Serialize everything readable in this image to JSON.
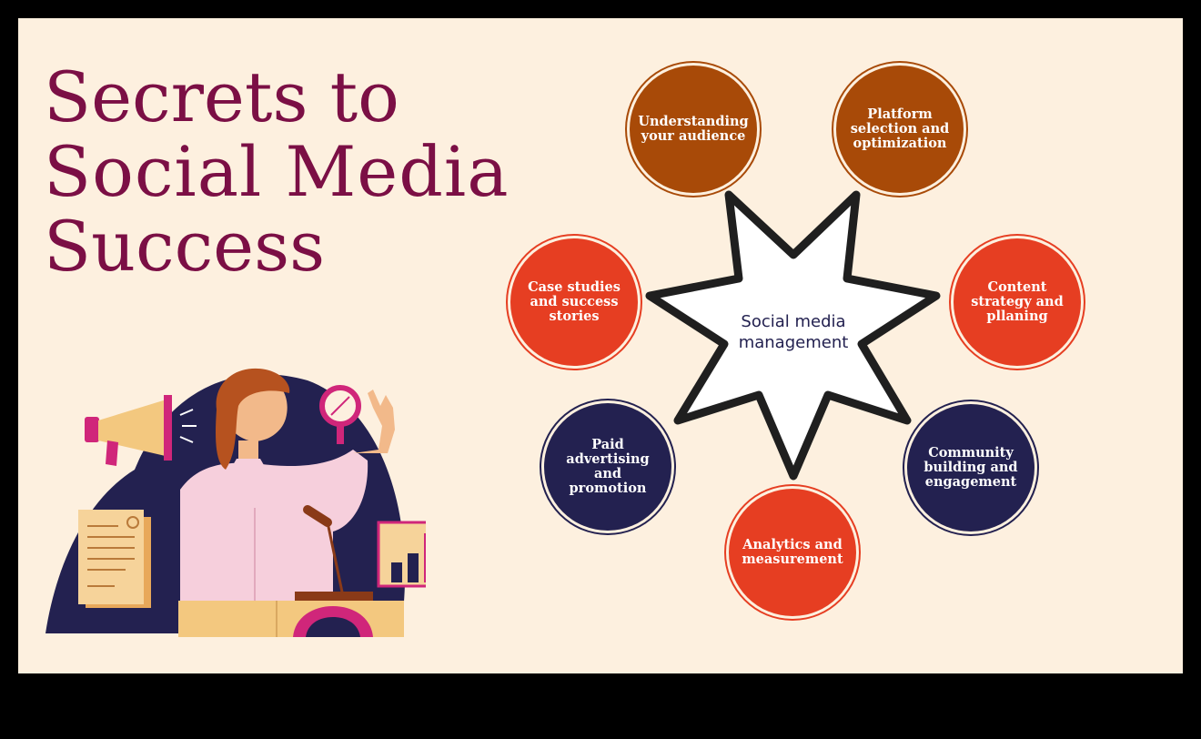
{
  "title": {
    "line1": "Secrets to",
    "line2": "Social Media",
    "line3": "Success"
  },
  "diagram": {
    "center": "Social media\nmanagement",
    "nodes": [
      {
        "label": "Understanding\nyour audience",
        "color": "#a84a08"
      },
      {
        "label": "Platform\nselection and\noptimization",
        "color": "#a84a08"
      },
      {
        "label": "Content\nstrategy and\npllaning",
        "color": "#e63e22"
      },
      {
        "label": "Community\nbuilding and\nengagement",
        "color": "#232150"
      },
      {
        "label": "Analytics and\nmeasurement",
        "color": "#e63e22"
      },
      {
        "label": "Paid\nadvertising\nand promotion",
        "color": "#232150"
      },
      {
        "label": "Case studies\nand success\nstories",
        "color": "#e63e22"
      }
    ]
  },
  "colors": {
    "background": "#fdf0df",
    "title": "#7b0f45",
    "navy": "#232150",
    "brown": "#a84a08",
    "red": "#e63e22"
  }
}
